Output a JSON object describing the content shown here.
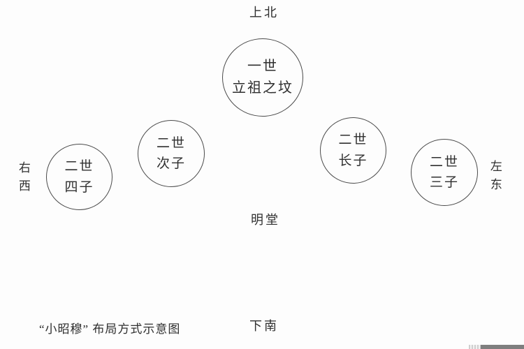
{
  "colors": {
    "background": "#fdfdfd",
    "circle_line": "#4a4a4a",
    "text": "#2f2f2f",
    "scrollbar": "#7f7f7f"
  },
  "diagram": {
    "caption": "“小昭穆” 布局方式示意图",
    "directions": {
      "top": "上北",
      "bottom": "下南",
      "left": "右西",
      "right": "左东"
    },
    "center_area_label": "明堂",
    "nodes": [
      {
        "id": "founder-grave",
        "line1": "一世",
        "line2": "立祖之坟"
      },
      {
        "id": "second-gen-2nd-son",
        "line1": "二世",
        "line2": "次子"
      },
      {
        "id": "second-gen-4th-son",
        "line1": "二世",
        "line2": "四子"
      },
      {
        "id": "second-gen-1st-son",
        "line1": "二世",
        "line2": "长子"
      },
      {
        "id": "second-gen-3rd-son",
        "line1": "二世",
        "line2": "三子"
      }
    ]
  }
}
